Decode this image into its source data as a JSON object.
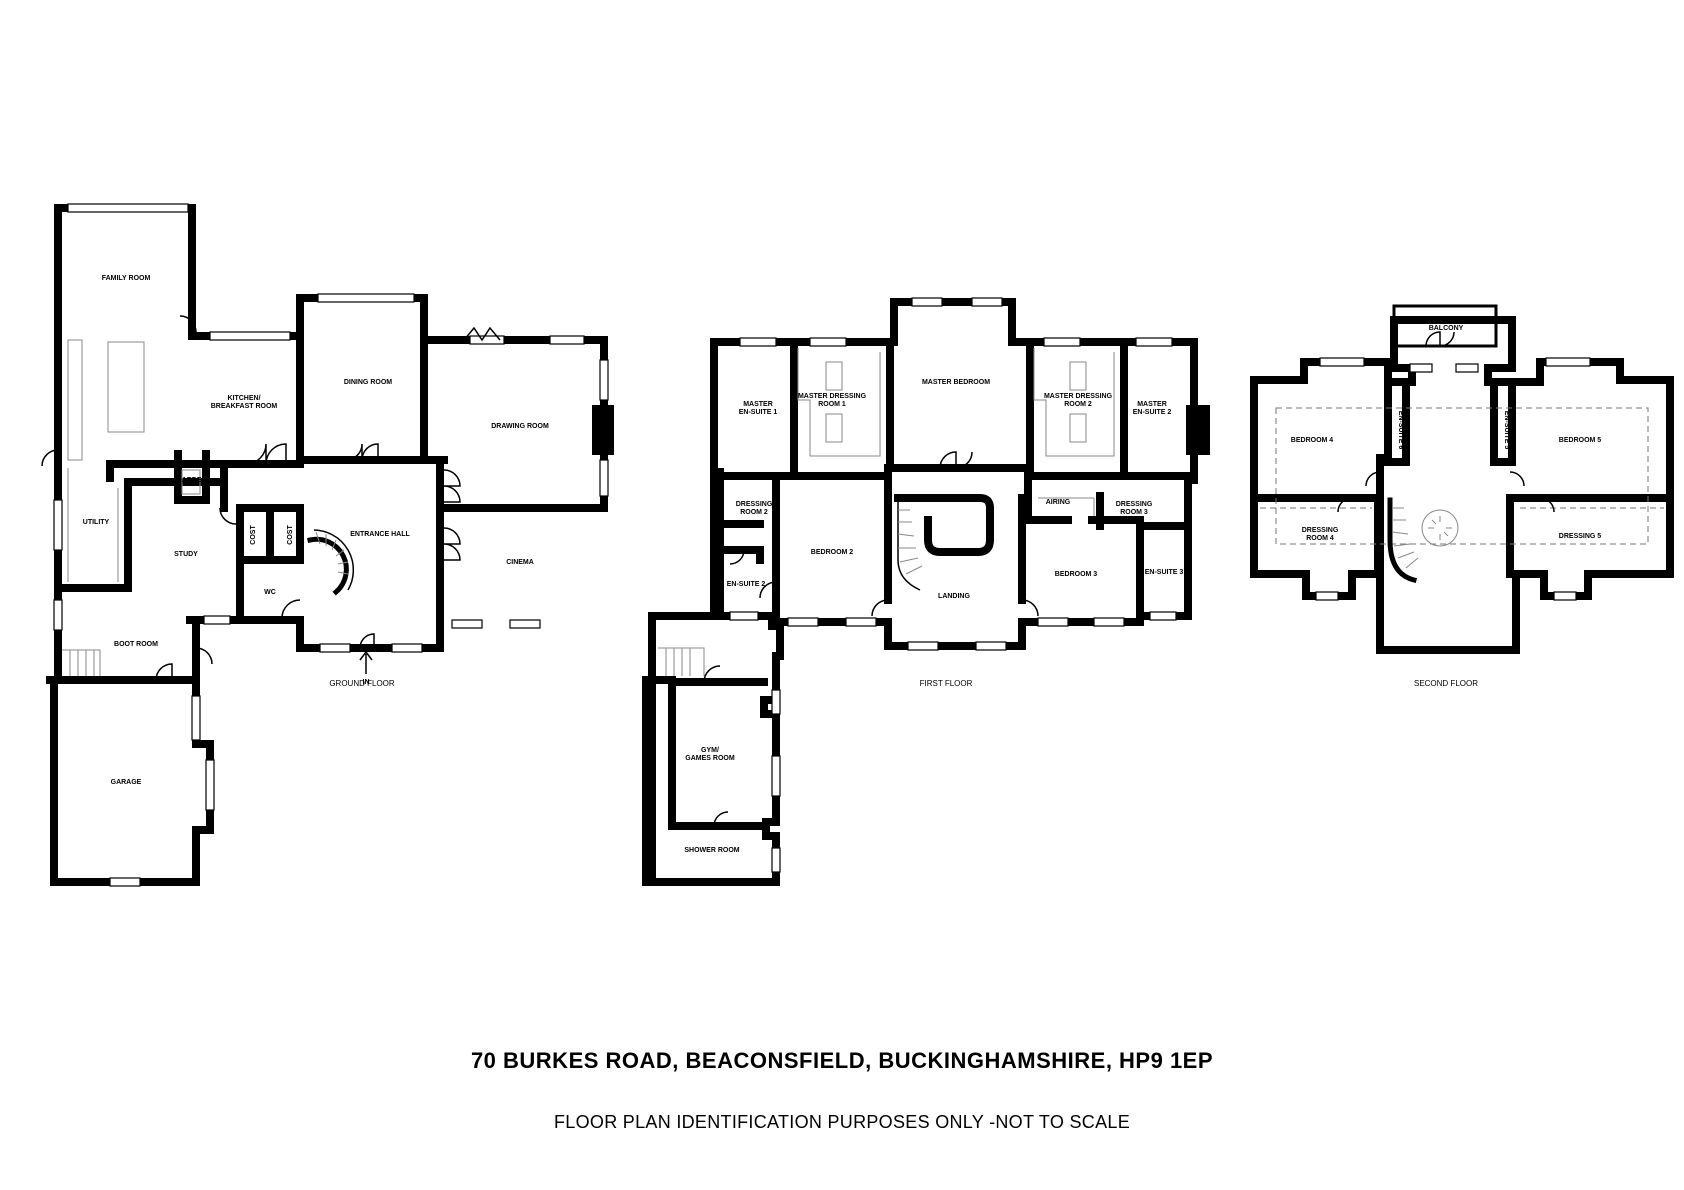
{
  "title": "70 BURKES ROAD, BEACONSFIELD, BUCKINGHAMSHIRE, HP9 1EP",
  "disclaimer": "FLOOR PLAN IDENTIFICATION PURPOSES ONLY -NOT TO SCALE",
  "floors": {
    "ground": {
      "label": "GROUND FLOOR",
      "rooms": {
        "family_room": "FAMILY ROOM",
        "kitchen_1": "KITCHEN/",
        "kitchen_2": "BREAKFAST ROOM",
        "dining_room": "DINING ROOM",
        "drawing_room": "DRAWING ROOM",
        "larder": "LARDER",
        "utility": "UTILITY",
        "study": "STUDY",
        "cost_1": "COST",
        "cost_2": "COST",
        "wc": "WC",
        "entrance_hall": "ENTRANCE HALL",
        "cinema": "CINEMA",
        "boot_room": "BOOT ROOM",
        "garage": "GARAGE",
        "entry": "IN"
      }
    },
    "first": {
      "label": "FIRST FLOOR",
      "rooms": {
        "master_ensuite_1a": "MASTER",
        "master_ensuite_1b": "EN-SUITE 1",
        "master_dressing_1a": "MASTER DRESSING",
        "master_dressing_1b": "ROOM 1",
        "master_bedroom": "MASTER BEDROOM",
        "master_dressing_2a": "MASTER DRESSING",
        "master_dressing_2b": "ROOM 2",
        "master_ensuite_2a": "MASTER",
        "master_ensuite_2b": "EN-SUITE 2",
        "dressing_2a": "DRESSING",
        "dressing_2b": "ROOM 2",
        "bedroom_2": "BEDROOM 2",
        "airing": "AIRING",
        "dressing_3a": "DRESSING",
        "dressing_3b": "ROOM 3",
        "ensuite_2": "EN-SUITE 2",
        "landing": "LANDING",
        "bedroom_3": "BEDROOM 3",
        "ensuite_3": "EN-SUITE 3",
        "gym_a": "GYM/",
        "gym_b": "GAMES ROOM",
        "shower_room": "SHOWER ROOM"
      }
    },
    "second": {
      "label": "SECOND FLOOR",
      "rooms": {
        "balcony": "BALCONY",
        "bedroom_4": "BEDROOM 4",
        "ensuite_6": "EN-SUITE 6",
        "ensuite_5": "EN-SUITE 5",
        "bedroom_5": "BEDROOM 5",
        "dressing_4a": "DRESSING",
        "dressing_4b": "ROOM 4",
        "dressing_5": "DRESSING 5"
      }
    }
  }
}
